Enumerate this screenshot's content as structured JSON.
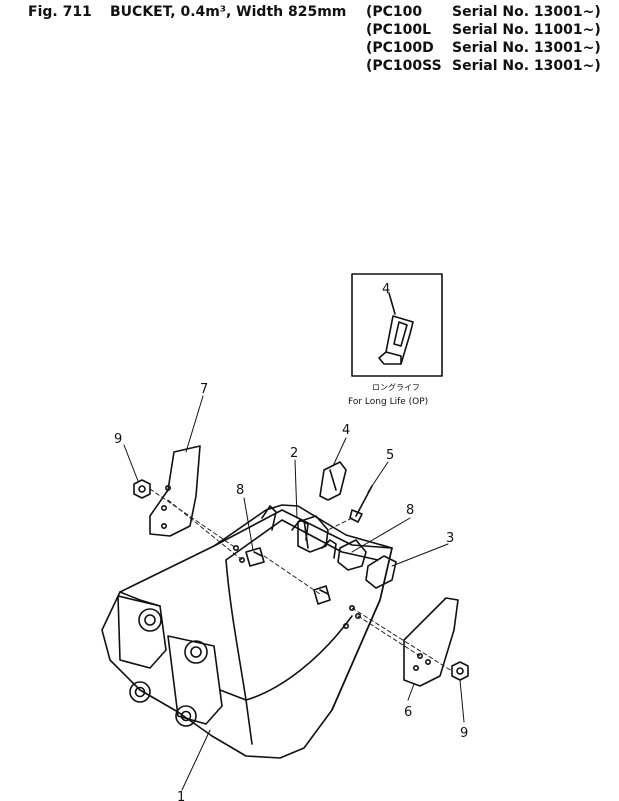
{
  "header": {
    "fig_number": "Fig. 711",
    "title": "BUCKET, 0.4m³, Width 825mm"
  },
  "serials": [
    {
      "model": "(PC100",
      "text": "Serial No. 13001~)"
    },
    {
      "model": "(PC100L",
      "text": "Serial No. 11001~)"
    },
    {
      "model": "(PC100D",
      "text": "Serial No. 13001~)"
    },
    {
      "model": "(PC100SS",
      "text": "Serial No. 13001~)"
    }
  ],
  "inset": {
    "part_number": "4",
    "caption_jp": "ロングライフ",
    "caption": "For Long Life (OP)"
  },
  "callouts": {
    "bucket": "1",
    "tooth_left": "2",
    "tooth_right": "3",
    "tooth_long_life": "4",
    "pin": "5",
    "side_cutter_right": "6",
    "side_cutter_left": "7",
    "bolt_left": "8",
    "bolt_right": "8",
    "nut_left": "9",
    "nut_right": "9"
  }
}
